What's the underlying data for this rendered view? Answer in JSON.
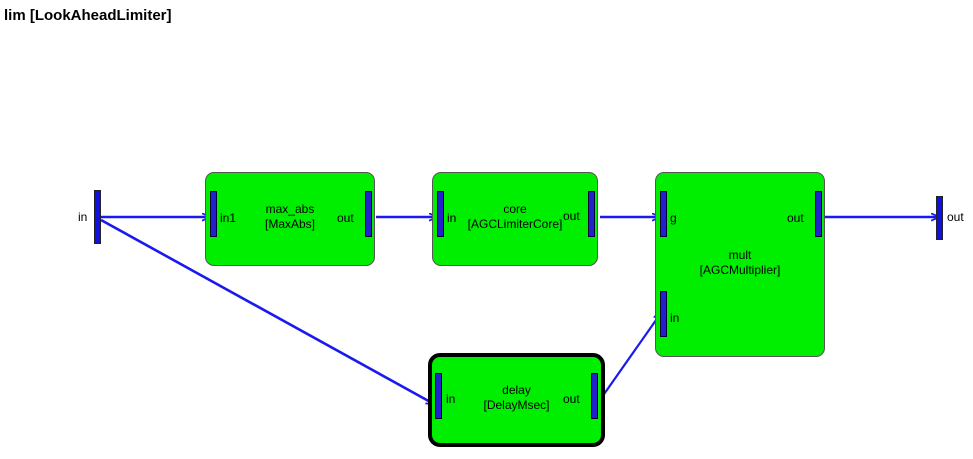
{
  "diagram": {
    "title": "lim [LookAheadLimiter]",
    "colors": {
      "block_fill": "#00ee00",
      "port_fill": "#2222cc",
      "wire": "#1a1aee",
      "block_border": "#555555",
      "highlight_border": "#000000",
      "background": "#ffffff"
    },
    "edge_ports": [
      {
        "id": "diagram-in",
        "label": "in",
        "side": "left"
      },
      {
        "id": "diagram-out",
        "label": "out",
        "side": "right"
      }
    ],
    "blocks": [
      {
        "id": "max_abs",
        "name": "max_abs",
        "type": "[MaxAbs]",
        "highlighted": false,
        "ports": [
          {
            "id": "max_abs-in1",
            "label": "in1",
            "dir": "input"
          },
          {
            "id": "max_abs-out",
            "label": "out",
            "dir": "output"
          }
        ]
      },
      {
        "id": "core",
        "name": "core",
        "type": "[AGCLimiterCore]",
        "highlighted": false,
        "ports": [
          {
            "id": "core-in",
            "label": "in",
            "dir": "input"
          },
          {
            "id": "core-out",
            "label": "out",
            "dir": "output"
          }
        ]
      },
      {
        "id": "mult",
        "name": "mult",
        "type": "[AGCMultiplier]",
        "highlighted": false,
        "ports": [
          {
            "id": "mult-g",
            "label": "g",
            "dir": "input"
          },
          {
            "id": "mult-in",
            "label": "in",
            "dir": "input"
          },
          {
            "id": "mult-out",
            "label": "out",
            "dir": "output"
          }
        ]
      },
      {
        "id": "delay",
        "name": "delay",
        "type": "[DelayMsec]",
        "highlighted": true,
        "ports": [
          {
            "id": "delay-in",
            "label": "in",
            "dir": "input"
          },
          {
            "id": "delay-out",
            "label": "out",
            "dir": "output"
          }
        ]
      }
    ],
    "connections": [
      {
        "id": "wire-in-to-max_abs",
        "from": "diagram-in",
        "to": "max_abs-in1"
      },
      {
        "id": "wire-max_abs-to-core",
        "from": "max_abs-out",
        "to": "core-in"
      },
      {
        "id": "wire-core-to-mult-g",
        "from": "core-out",
        "to": "mult-g"
      },
      {
        "id": "wire-mult-to-out",
        "from": "mult-out",
        "to": "diagram-out"
      },
      {
        "id": "wire-in-to-delay",
        "from": "diagram-in",
        "to": "delay-in"
      },
      {
        "id": "wire-delay-to-mult-in",
        "from": "delay-out",
        "to": "mult-in"
      }
    ]
  }
}
